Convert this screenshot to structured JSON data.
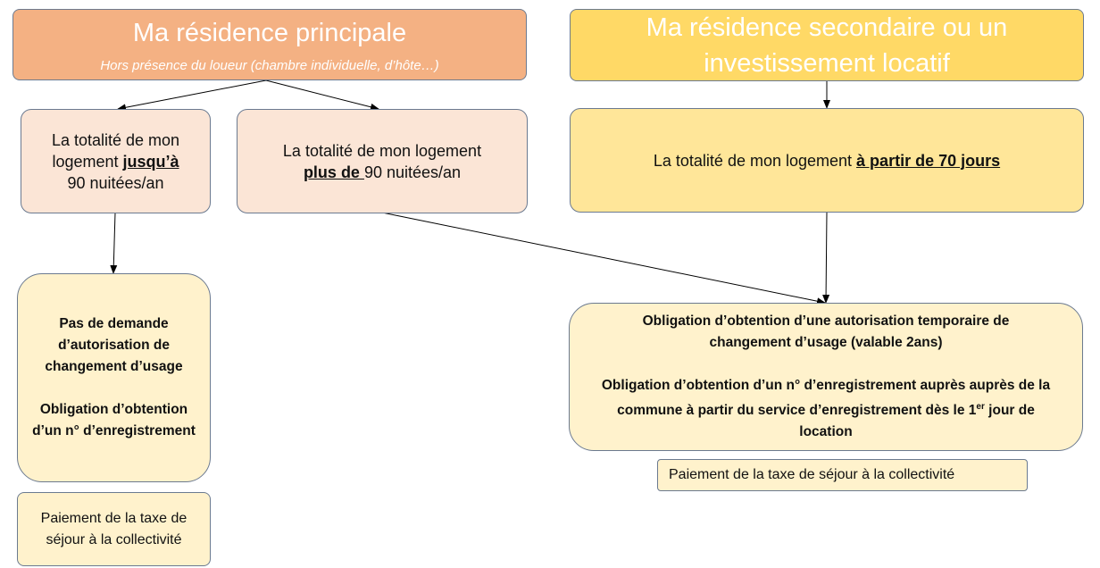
{
  "principal": {
    "title": "Ma résidence principale",
    "subtitle": "Hors présence du loueur (chambre individuelle, d’hôte…)",
    "option_a": {
      "pre": "La totalité de mon logement ",
      "emph": "jusqu’à",
      "post": "90 nuitées/an"
    },
    "option_b": {
      "pre": "La totalité de mon logement",
      "emph": "plus de ",
      "post": "90 nuitées/an"
    },
    "result": {
      "p1": "Pas de demande d’autorisation de changement d’usage",
      "p2": "Obligation d’obtention d’un n° d’enregistrement"
    },
    "taxe": "Paiement de la taxe de séjour à la collectivité"
  },
  "secondaire": {
    "title": "Ma résidence secondaire ou un investissement locatif",
    "option": {
      "pre": "La totalité de mon logement ",
      "emph": "à partir de 70 jours"
    },
    "result": {
      "p1": "Obligation d’obtention d’une autorisation temporaire de changement d’usage (valable 2ans)",
      "p2": "Obligation d’obtention d’un n° d’enregistrement auprès auprès de la commune à partir du service d’enregistrement dès le 1",
      "p2_sup": "er",
      "p2_end": " jour de location"
    },
    "taxe": "Paiement de la taxe de séjour à la collectivité"
  },
  "colors": {
    "principal_header": "#f4b183",
    "principal_option": "#fbe5d6",
    "secondaire_header": "#ffd966",
    "secondaire_option": "#ffe699",
    "result_fill": "#fff2cc"
  }
}
